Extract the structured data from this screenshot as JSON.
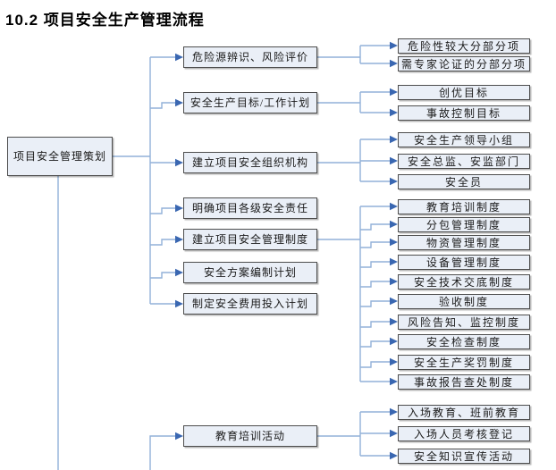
{
  "page": {
    "title": "10.2 项目安全生产管理流程"
  },
  "flowchart": {
    "root": {
      "label": "项目安全管理策划"
    },
    "branches": [
      {
        "label": "危险源辨识、风险评价",
        "children": [
          "危险性较大分部分项",
          "需专家论证的分部分项"
        ]
      },
      {
        "label": "安全生产目标/工作计划",
        "children": [
          "创优目标",
          "事故控制目标"
        ]
      },
      {
        "label": "建立项目安全组织机构",
        "children": [
          "安全生产领导小组",
          "安全总监、安监部门",
          "安全员"
        ]
      },
      {
        "label": "明确项目各级安全责任",
        "children": []
      },
      {
        "label": "建立项目安全管理制度",
        "children": [
          "教育培训制度",
          "分包管理制度",
          "物资管理制度",
          "设备管理制度",
          "安全技术交底制度",
          "验收制度",
          "风险告知、监控制度",
          "安全检查制度",
          "安全生产奖罚制度",
          "事故报告查处制度"
        ]
      },
      {
        "label": "安全方案编制计划",
        "children": []
      },
      {
        "label": "制定安全费用投入计划",
        "children": []
      },
      {
        "label": "教育培训活动",
        "children": [
          "入场教育、班前教育",
          "入场人员考核登记",
          "安全知识宣传活动"
        ]
      }
    ]
  },
  "colors": {
    "connector_line": "#92B1D8",
    "arrow_head": "#3A67B1",
    "node_fill": "#EAEFF7",
    "node_border": "#4D4D4D",
    "text": "#1A1A1A"
  }
}
